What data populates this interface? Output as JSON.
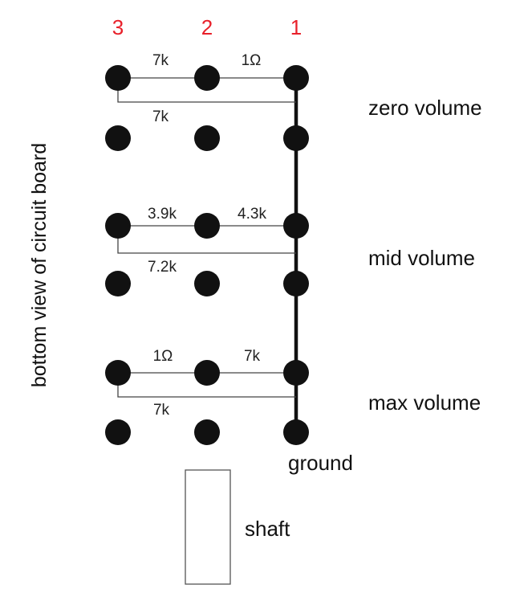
{
  "pin_labels": [
    "3",
    "2",
    "1"
  ],
  "pin_label_color": "#e8202a",
  "dot_color": "#111111",
  "side_label": "bottom view of circuit board",
  "states": [
    {
      "label": "zero volume",
      "r_3_2": "7k",
      "r_2_1": "1Ω",
      "r_3_1": "7k"
    },
    {
      "label": "mid volume",
      "r_3_2": "3.9k",
      "r_2_1": "4.3k",
      "r_3_1": "7.2k"
    },
    {
      "label": "max volume",
      "r_3_2": "1Ω",
      "r_2_1": "7k",
      "r_3_1": "7k"
    }
  ],
  "ground_label": "ground",
  "shaft_label": "shaft"
}
